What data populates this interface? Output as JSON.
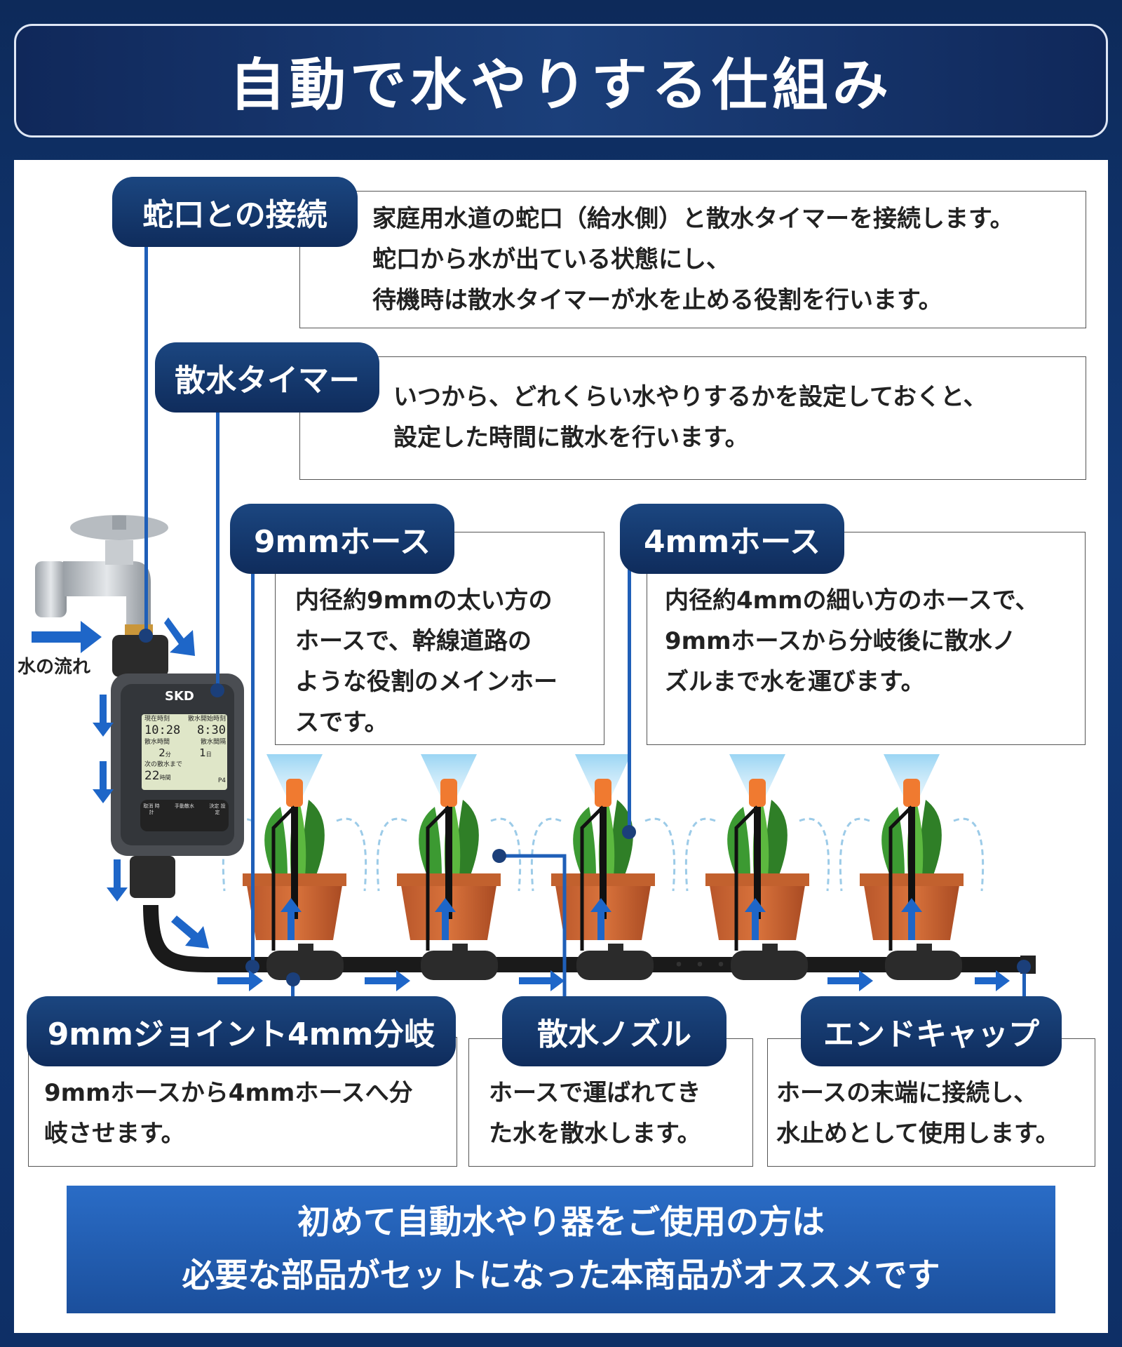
{
  "title": "自動で水やりする仕組み",
  "sections": {
    "faucet": {
      "label": "蛇口との接続",
      "lines": [
        "家庭用水道の蛇口（給水側）と散水タイマーを接続します。",
        "蛇口から水が出ている状態にし、",
        "待機時は散水タイマーが水を止める役割を行います。"
      ]
    },
    "timer": {
      "label": "散水タイマー",
      "lines": [
        "いつから、どれくらい水やりするかを設定しておくと、",
        "設定した時間に散水を行います。"
      ]
    },
    "hose9": {
      "label": "9mmホース",
      "lines": [
        "内径約9mmの太い方の",
        "ホースで、幹線道路の",
        "ような役割のメインホー",
        "スです。"
      ]
    },
    "hose4": {
      "label": "4mmホース",
      "lines": [
        "内径約4mmの細い方のホースで、",
        "9mmホースから分岐後に散水ノ",
        "ズルまで水を運びます。"
      ]
    },
    "joint": {
      "label": "9mmジョイント4mm分岐",
      "lines": [
        "9mmホースから4mmホースへ分",
        "岐させます。"
      ]
    },
    "nozzle": {
      "label": "散水ノズル",
      "lines": [
        "ホースで運ばれてき",
        "た水を散水します。"
      ]
    },
    "endcap": {
      "label": "エンドキャップ",
      "lines": [
        "ホースの末端に接続し、",
        "水止めとして使用します。"
      ]
    }
  },
  "water_flow_label": "水の流れ",
  "timer_device": {
    "brand": "SKD",
    "current_time_label": "現在時刻",
    "current_time": "10:28",
    "start_label": "散水開始時刻",
    "start_time": "8:30",
    "duration_label": "散水時間",
    "duration_value": "2",
    "duration_unit": "分",
    "interval_label": "散水間隔",
    "interval_value": "1",
    "interval_unit": "日",
    "next_label": "次の散水まで",
    "next_value": "22",
    "next_unit": "時間",
    "program": "P4",
    "btn_cancel": "取消 時計",
    "btn_manual": "手動散水",
    "btn_set": "決定 設定"
  },
  "ellipsis": "・・・",
  "footer": {
    "line1": "初めて自動水やり器をご使用の方は",
    "line2": "必要な部品がセットになった本商品がオススメです"
  },
  "colors": {
    "accent": "#1f5fb8",
    "pill": "#123a6e",
    "background": "#0f2f66"
  }
}
